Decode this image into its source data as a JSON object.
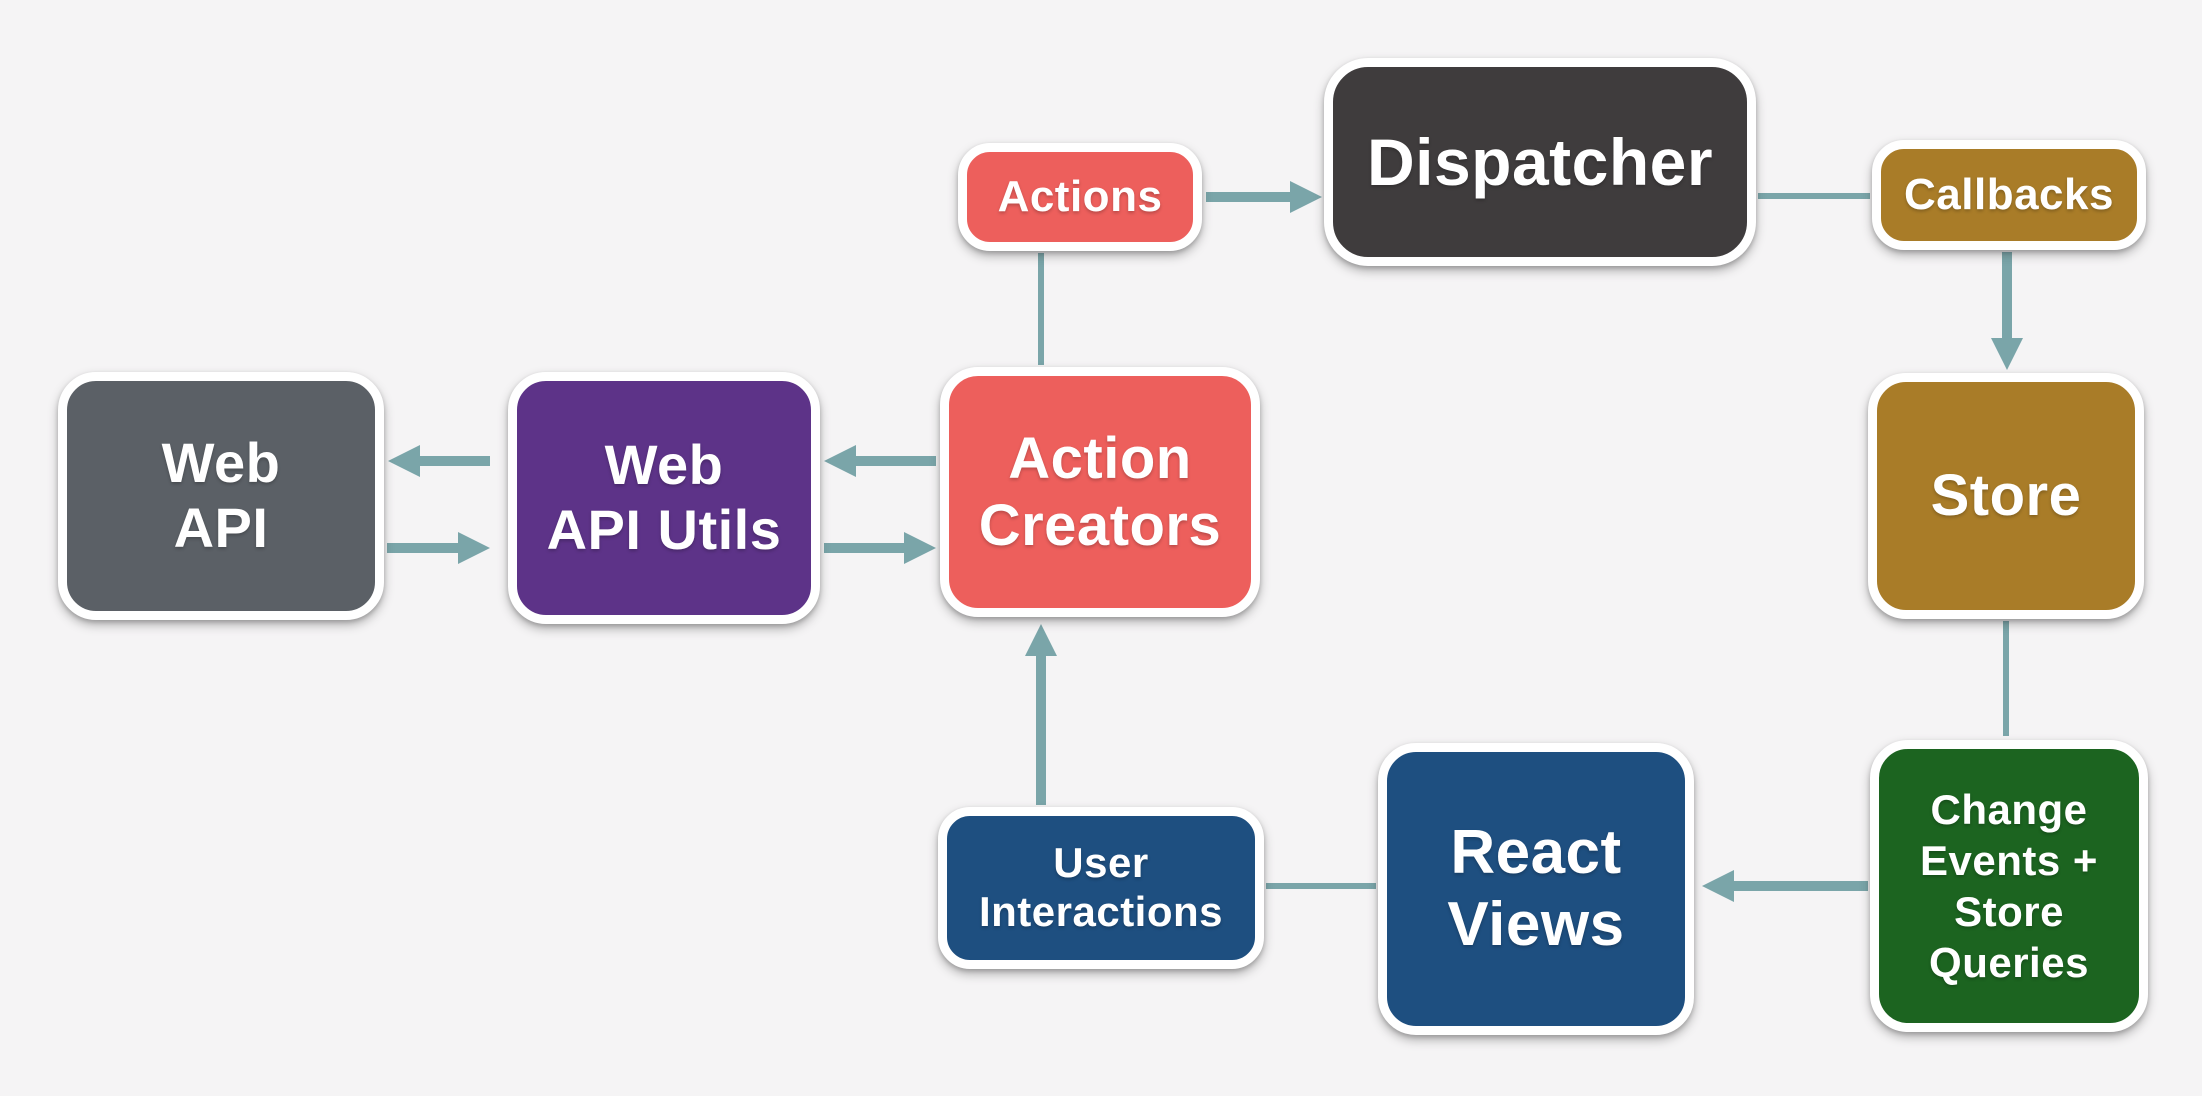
{
  "diagram": {
    "nodes": {
      "web_api": {
        "label": "Web\nAPI",
        "color": "#5b6066"
      },
      "web_api_utils": {
        "label": "Web\nAPI Utils",
        "color": "#5d3388"
      },
      "action_creators": {
        "label": "Action\nCreators",
        "color": "#ed5f5c"
      },
      "actions": {
        "label": "Actions",
        "color": "#ed5f5c"
      },
      "dispatcher": {
        "label": "Dispatcher",
        "color": "#3f3c3d"
      },
      "callbacks": {
        "label": "Callbacks",
        "color": "#a97c28"
      },
      "store": {
        "label": "Store",
        "color": "#a97c28"
      },
      "change_events": {
        "label": "Change\nEvents +\nStore\nQueries",
        "color": "#1c6420"
      },
      "react_views": {
        "label": "React\nViews",
        "color": "#1e4f80"
      },
      "user_interactions": {
        "label": "User\nInteractions",
        "color": "#1e4f80"
      }
    },
    "edges": [
      {
        "from": "Actions",
        "to": "Dispatcher",
        "style": "arrow"
      },
      {
        "from": "Dispatcher",
        "to": "Callbacks",
        "style": "line"
      },
      {
        "from": "Callbacks",
        "to": "Store",
        "style": "arrow"
      },
      {
        "from": "Store",
        "to": "Change Events + Store Queries",
        "style": "line"
      },
      {
        "from": "Change Events + Store Queries",
        "to": "React Views",
        "style": "arrow"
      },
      {
        "from": "React Views",
        "to": "User Interactions",
        "style": "line"
      },
      {
        "from": "User Interactions",
        "to": "Action Creators",
        "style": "arrow"
      },
      {
        "from": "Action Creators",
        "to": "Actions",
        "style": "line"
      },
      {
        "from": "Web API Utils",
        "to": "Web API",
        "style": "arrow"
      },
      {
        "from": "Web API",
        "to": "Web API Utils",
        "style": "arrow"
      },
      {
        "from": "Action Creators",
        "to": "Web API Utils",
        "style": "arrow"
      },
      {
        "from": "Web API Utils",
        "to": "Action Creators",
        "style": "arrow"
      }
    ],
    "colors": {
      "background": "#f5f4f5",
      "connector": "#7aa5a9",
      "node_border": "#ffffff",
      "node_text": "#ffffff"
    }
  }
}
